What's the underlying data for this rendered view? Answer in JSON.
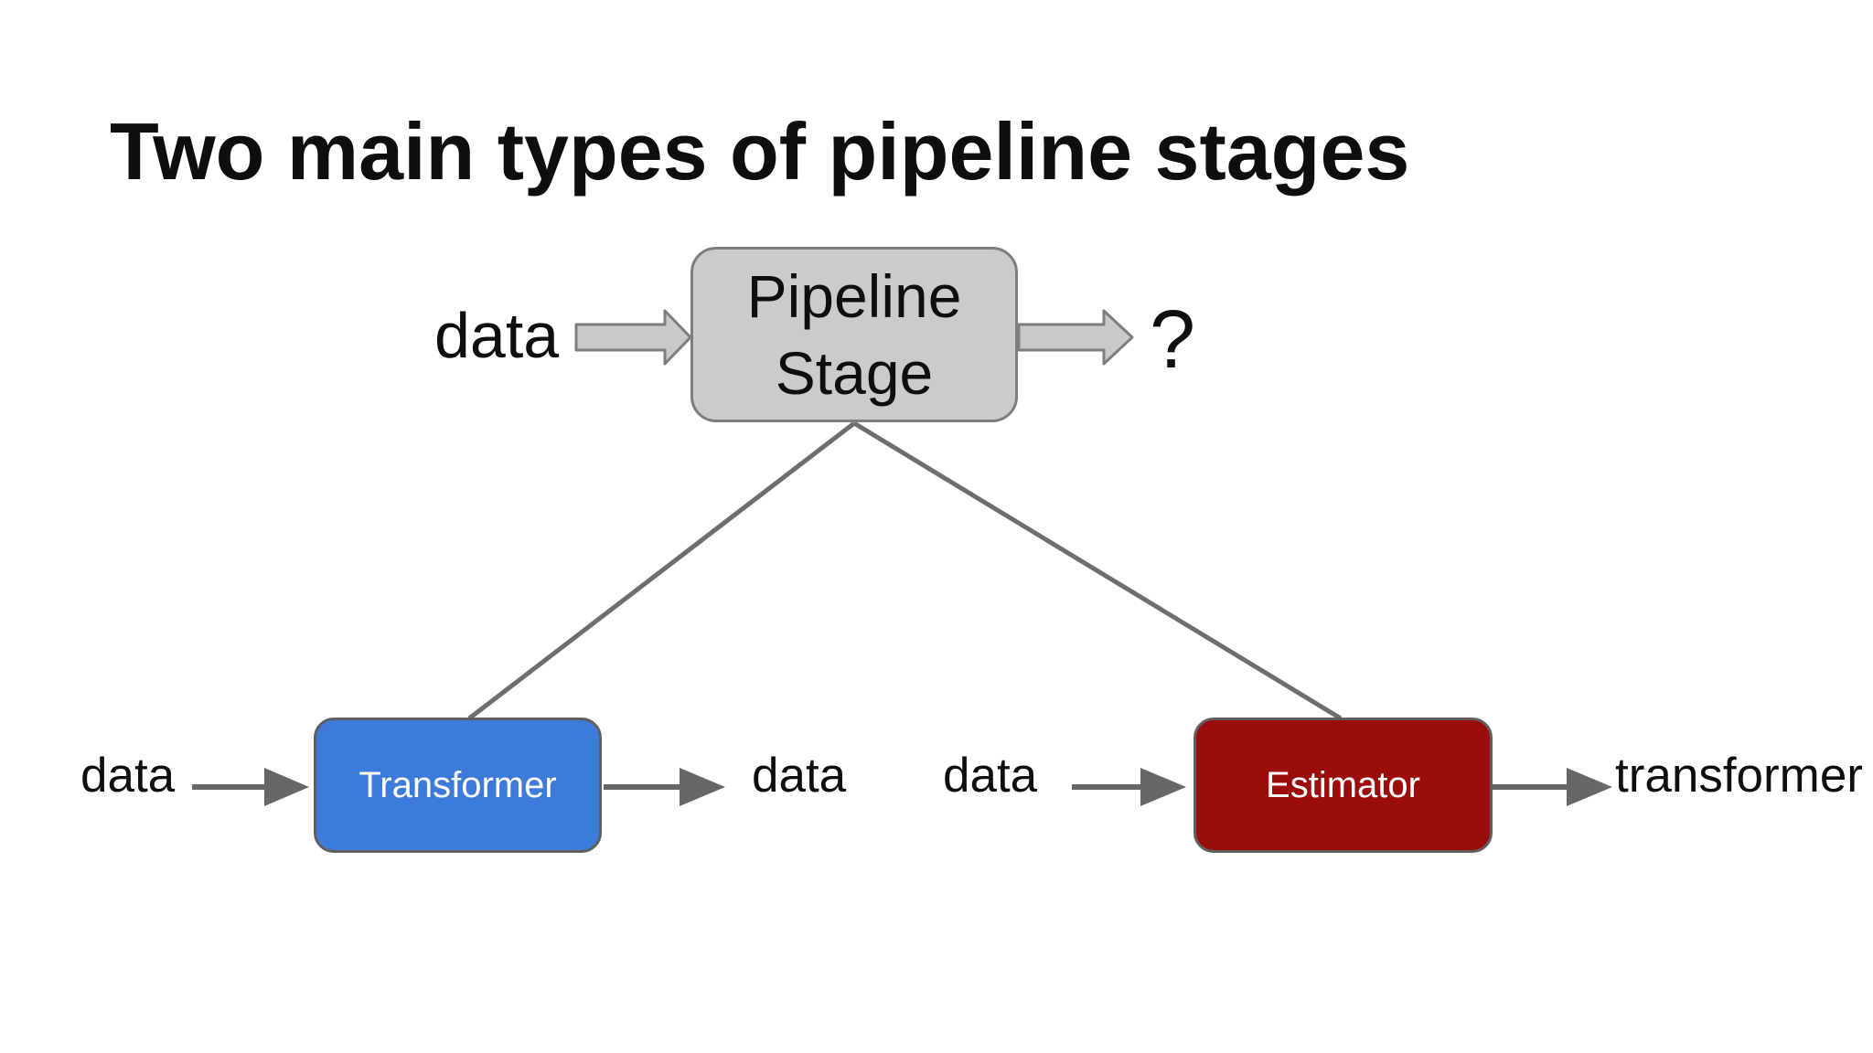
{
  "slide": {
    "title": "Two main types of pipeline stages"
  },
  "diagram": {
    "root": {
      "label": "Pipeline Stage",
      "input": "data",
      "output": "?"
    },
    "left": {
      "label": "Transformer",
      "input": "data",
      "output": "data"
    },
    "right": {
      "label": "Estimator",
      "input": "data",
      "output": "transformer"
    }
  },
  "colors": {
    "background": "#ffffff",
    "text": "#0e0e0e",
    "root-fill": "#cbcbca",
    "root-border": "#7e7e7e",
    "block-arrow-fill": "#c9c9c9",
    "block-arrow-border": "#7e7e7e",
    "connector": "#6e6e6e",
    "arrow": "#676767",
    "transformer-fill": "#3d7bdb",
    "estimator-fill": "#9a0d0a",
    "node-border": "#5f5f5f",
    "node-text": "#ffffff"
  }
}
